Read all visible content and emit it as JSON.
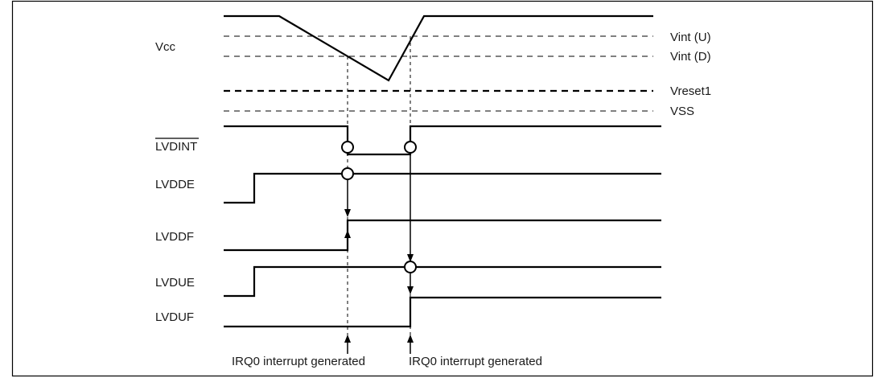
{
  "diagram": {
    "supply": {
      "label": "Vcc",
      "levels": [
        "Vint (U)",
        "Vint (D)",
        "Vreset1",
        "VSS"
      ]
    },
    "signals": [
      "LVDINT",
      "LVDDE",
      "LVDDF",
      "LVDUE",
      "LVDUF"
    ],
    "interrupt_label": "IRQ0 interrupt generated"
  }
}
